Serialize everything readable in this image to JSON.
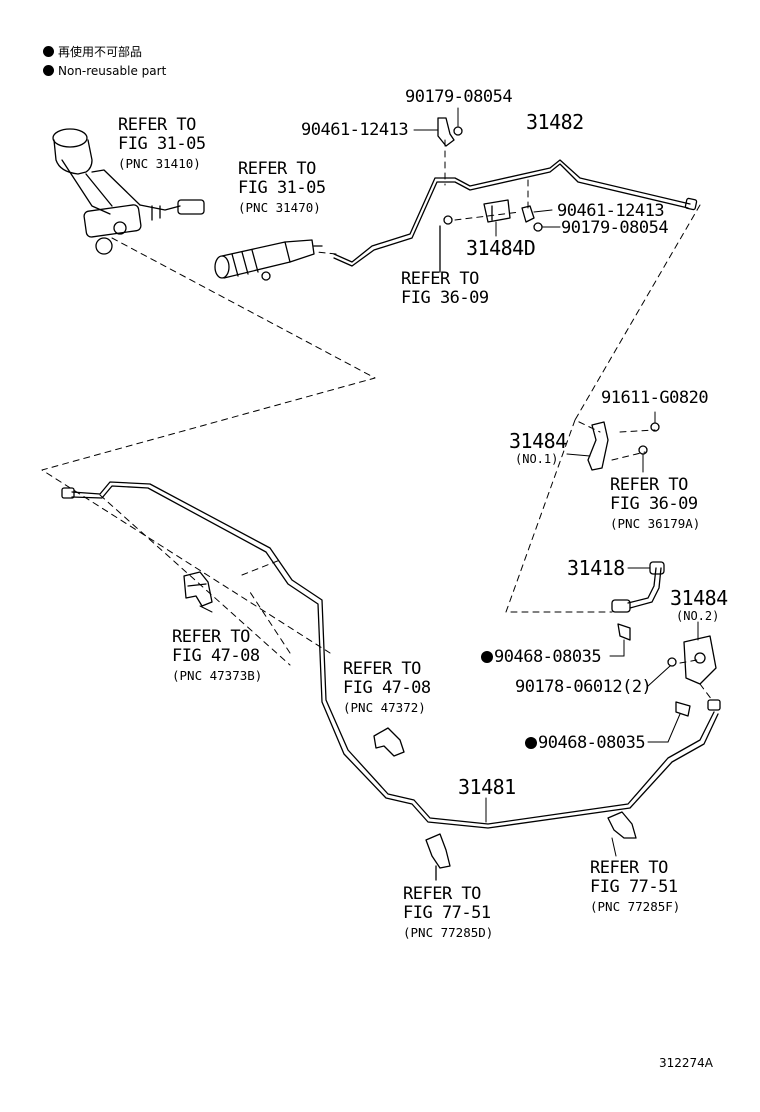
{
  "legend": {
    "line1": "再使用不可部品",
    "line2": "Non-reusable part"
  },
  "labels": {
    "p90179_top": "90179-08054",
    "p90461_top": "90461-12413",
    "p31482": "31482",
    "p90461_right": "90461-12413",
    "p90179_right": "90179-08054",
    "p31484D": "31484D",
    "p91611": "91611-G0820",
    "p31484_no1": "31484",
    "no1": "(NO.1)",
    "p31418": "31418",
    "p31484_no2": "31484",
    "no2": "(NO.2)",
    "p90468_a": "90468-08035",
    "p90178": "90178-06012(2)",
    "p90468_b": "90468-08035",
    "p31481": "31481",
    "figure_id": "312274A"
  },
  "refs": {
    "r1": {
      "line1": "REFER TO",
      "line2": "FIG 31-05",
      "line3": "(PNC 31410)"
    },
    "r2": {
      "line1": "REFER TO",
      "line2": "FIG 31-05",
      "line3": "(PNC 31470)"
    },
    "r3": {
      "line1": "REFER TO",
      "line2": "FIG 36-09"
    },
    "r4": {
      "line1": "REFER TO",
      "line2": "FIG 36-09",
      "line3": "(PNC 36179A)"
    },
    "r5": {
      "line1": "REFER TO",
      "line2": "FIG 47-08",
      "line3": "(PNC 47373B)"
    },
    "r6": {
      "line1": "REFER TO",
      "line2": "FIG 47-08",
      "line3": "(PNC 47372)"
    },
    "r7": {
      "line1": "REFER TO",
      "line2": "FIG 77-51",
      "line3": "(PNC 77285D)"
    },
    "r8": {
      "line1": "REFER TO",
      "line2": "FIG 77-51",
      "line3": "(PNC 77285F)"
    }
  }
}
